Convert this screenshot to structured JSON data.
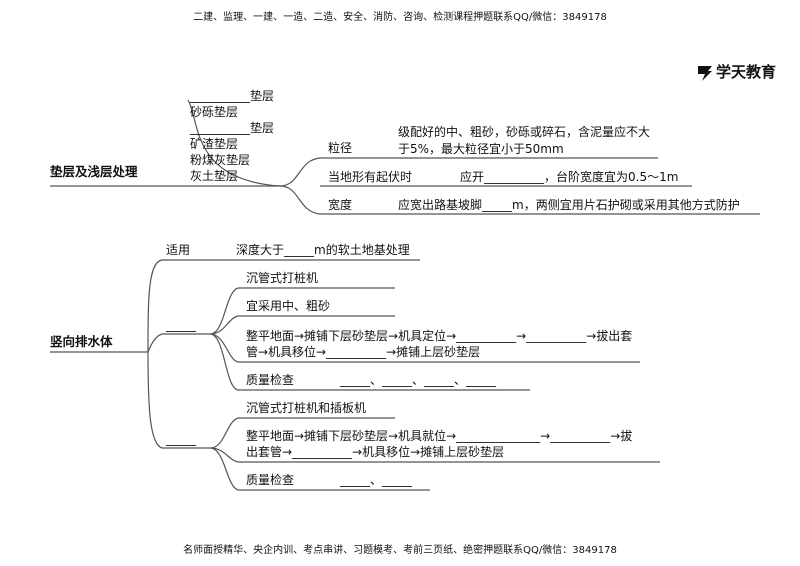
{
  "header": "二建、监理、一建、一造、二造、安全、消防、咨询、检测课程押题联系QQ/微信：3849178",
  "footer": "名师面授精华、央企内训、考点串讲、习题模考、考前三页纸、绝密押题联系QQ/微信：3849178",
  "brand": "学天教育",
  "section1": {
    "title": "垫层及浅层处理",
    "materials": [
      "__________垫层",
      "砂砾垫层",
      "__________垫层",
      "矿渣垫层",
      "粉煤灰垫层",
      "灰土垫层"
    ],
    "branches": [
      {
        "label": "粒径",
        "lines": [
          "级配好的中、粗砂，砂砾或碎石，含泥量应不大",
          "于5%，最大粒径宜小于50mm"
        ]
      },
      {
        "label": "当地形有起伏时",
        "lines": [
          "应开__________，台阶宽度宜为0.5～1m"
        ]
      },
      {
        "label": "宽度",
        "lines": [
          "应宽出路基坡脚_____m，两侧宜用片石护砌或采用其他方式防护"
        ]
      }
    ]
  },
  "section2": {
    "title": "竖向排水体",
    "applicable_label": "适用",
    "applicable_text": "深度大于_____m的软土地基处理",
    "group1": {
      "label": "_____",
      "items": [
        "沉管式打桩机",
        "宜采用中、粗砂",
        "整平地面→摊铺下层砂垫层→机具定位→__________→__________→拔出套",
        "管→机具移位→__________→摊铺上层砂垫层",
        "质量检查",
        "_____、_____、_____、_____"
      ]
    },
    "group2": {
      "label": "_____",
      "items": [
        "沉管式打桩机和插板机",
        "整平地面→摊铺下层砂垫层→机具就位→______________→__________→拔",
        "出套管→__________→机具移位→摊铺上层砂垫层",
        "质量检查",
        "_____、_____"
      ]
    }
  }
}
